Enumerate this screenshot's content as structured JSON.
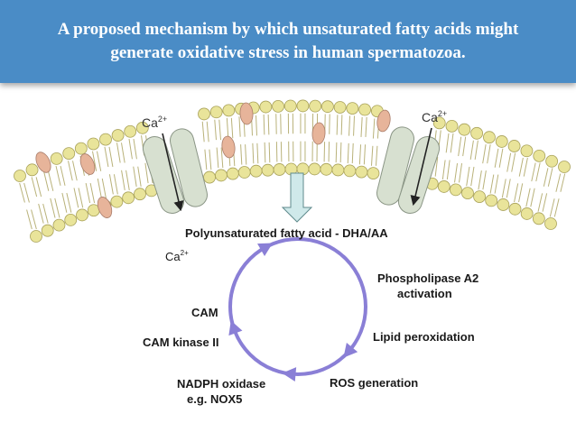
{
  "title": "A proposed mechanism by which unsaturated fatty acids might generate oxidative stress in human spermatozoa.",
  "membrane": {
    "ca_left": "Ca",
    "ca_left_sup": "2+",
    "ca_right": "Ca",
    "ca_right_sup": "2+"
  },
  "cycle": {
    "center_label": "Polyunsaturated fatty acid  - DHA/AA",
    "ca": "Ca",
    "ca_sup": "2+",
    "cam": "CAM",
    "cam_kinase": "CAM kinase II",
    "nadph_line1": "NADPH oxidase",
    "nadph_line2": "e.g. NOX5",
    "ros": "ROS generation",
    "lipid": "Lipid peroxidation",
    "phospholipase_line1": "Phospholipase A2",
    "phospholipase_line2": "activation"
  },
  "colors": {
    "title_bg": "#4a8cc6",
    "lipid_head": "#e9e49a",
    "protein": "#d7e0d0",
    "cholesterol": "#e7b49a",
    "cycle": "#8a7fd6",
    "down_arrow": "#cfe9ea"
  }
}
